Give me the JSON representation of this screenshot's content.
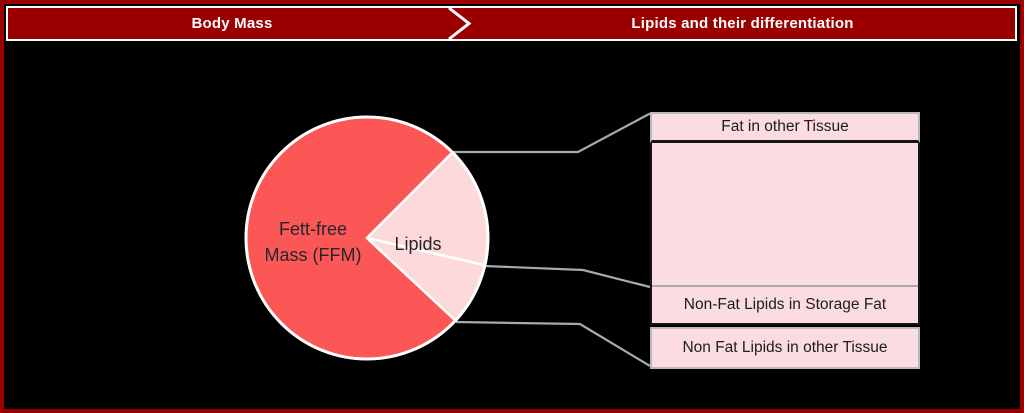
{
  "header": {
    "left_label": "Body Mass",
    "right_label": "Lipids and their differentiation"
  },
  "pie": {
    "ffm_line1": "Fett-free",
    "ffm_line2": "Mass (FFM)",
    "lipids_label": "Lipids"
  },
  "callouts": {
    "top_title": "Fat in other Tissue",
    "storage_row_label": "Non-Fat Lipids in Storage Fat",
    "bottom_title": "Non Fat Lipids in other Tissue"
  },
  "chart_data": {
    "type": "pie",
    "title": "",
    "legend_position": "none",
    "slices": [
      {
        "label": "Fett-free Mass (FFM)",
        "percent": 75.6,
        "color": "#fc5757"
      },
      {
        "label": "Lipids",
        "percent": 24.4,
        "color": "#fcdada"
      }
    ],
    "lipids_subdivision_percents": [
      16.1,
      8.3
    ],
    "callout_labels": [
      "Fat in other Tissue",
      "Non-Fat Lipids in Storage Fat",
      "Non Fat Lipids in other Tissue"
    ]
  },
  "colors": {
    "frame_and_bar": "#9b0000",
    "background": "#000000",
    "header_text": "#ffffff",
    "red_slice": "#fc5757",
    "pink_slice": "#fcdada",
    "box_fill": "#fbdce0",
    "connector_gray": "#a9a9a9",
    "label_text": "#26262a"
  }
}
